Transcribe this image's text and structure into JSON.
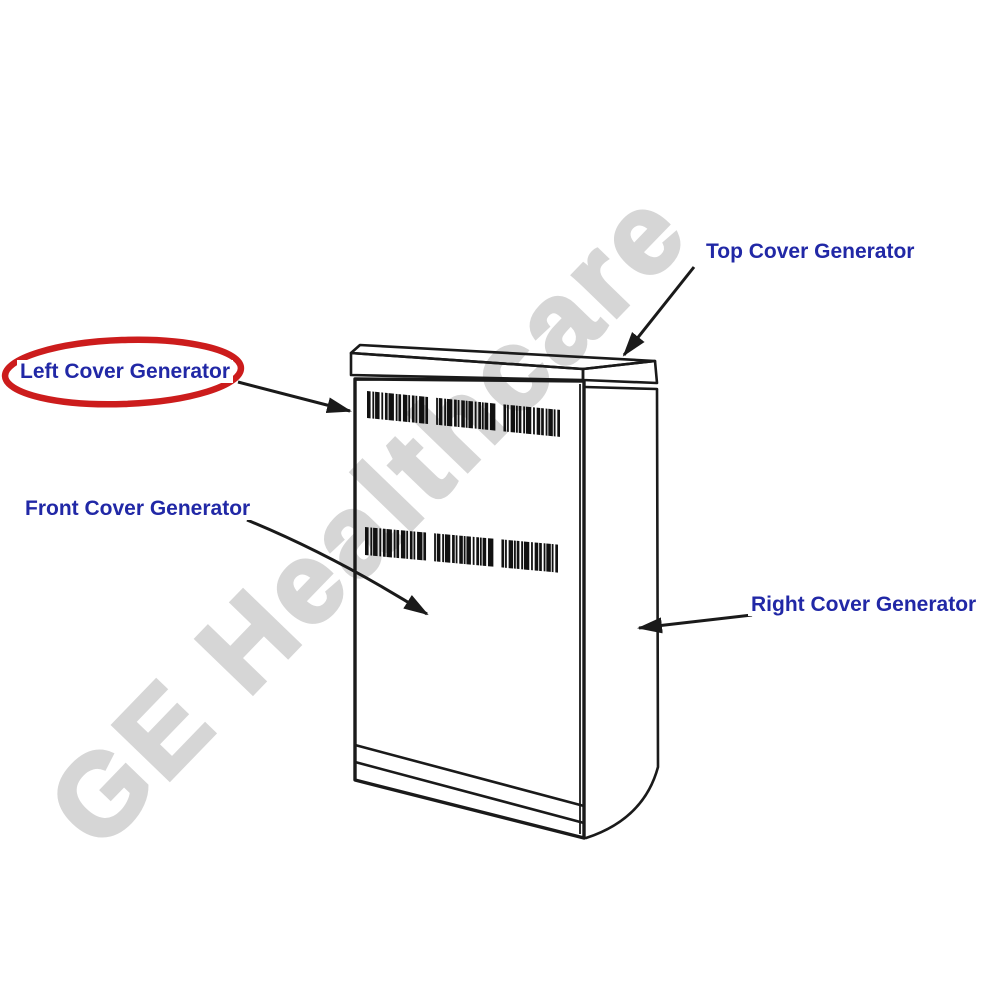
{
  "watermark": {
    "text": "GE Healthcare",
    "color": "#d6d6d6"
  },
  "colors": {
    "label_blue": "#2128a6",
    "highlight_red": "#cc1c1c",
    "line_ink": "#1a1a1a"
  },
  "labels": {
    "top_cover": "Top Cover Generator",
    "left_cover": "Left Cover Generator",
    "front_cover": "Front Cover Generator",
    "right_cover": "Right Cover Generator"
  },
  "highlight": {
    "shape": "red-ellipse",
    "target": "left_cover"
  },
  "drawing": {
    "object": "generator cabinet line drawing with two barcode labels on front panel",
    "barcode_count": 2,
    "barcode_pattern": [
      4,
      2,
      2,
      1,
      5,
      2,
      2,
      2,
      3,
      1,
      6,
      2,
      2,
      1,
      3,
      2,
      5,
      1,
      2,
      2,
      3,
      1,
      2,
      2,
      6,
      1,
      3,
      9,
      2,
      1,
      4,
      2,
      2,
      1,
      6,
      2,
      3,
      1,
      2,
      2,
      4,
      1,
      2,
      1,
      5,
      2,
      2,
      2,
      3,
      1,
      2,
      1,
      4,
      2,
      6,
      9,
      3,
      1,
      2,
      2,
      5,
      1,
      2,
      1,
      3,
      2,
      2,
      1,
      6,
      2,
      2,
      2,
      4,
      1,
      3,
      2,
      2,
      1,
      5,
      1,
      2,
      2,
      3
    ]
  }
}
